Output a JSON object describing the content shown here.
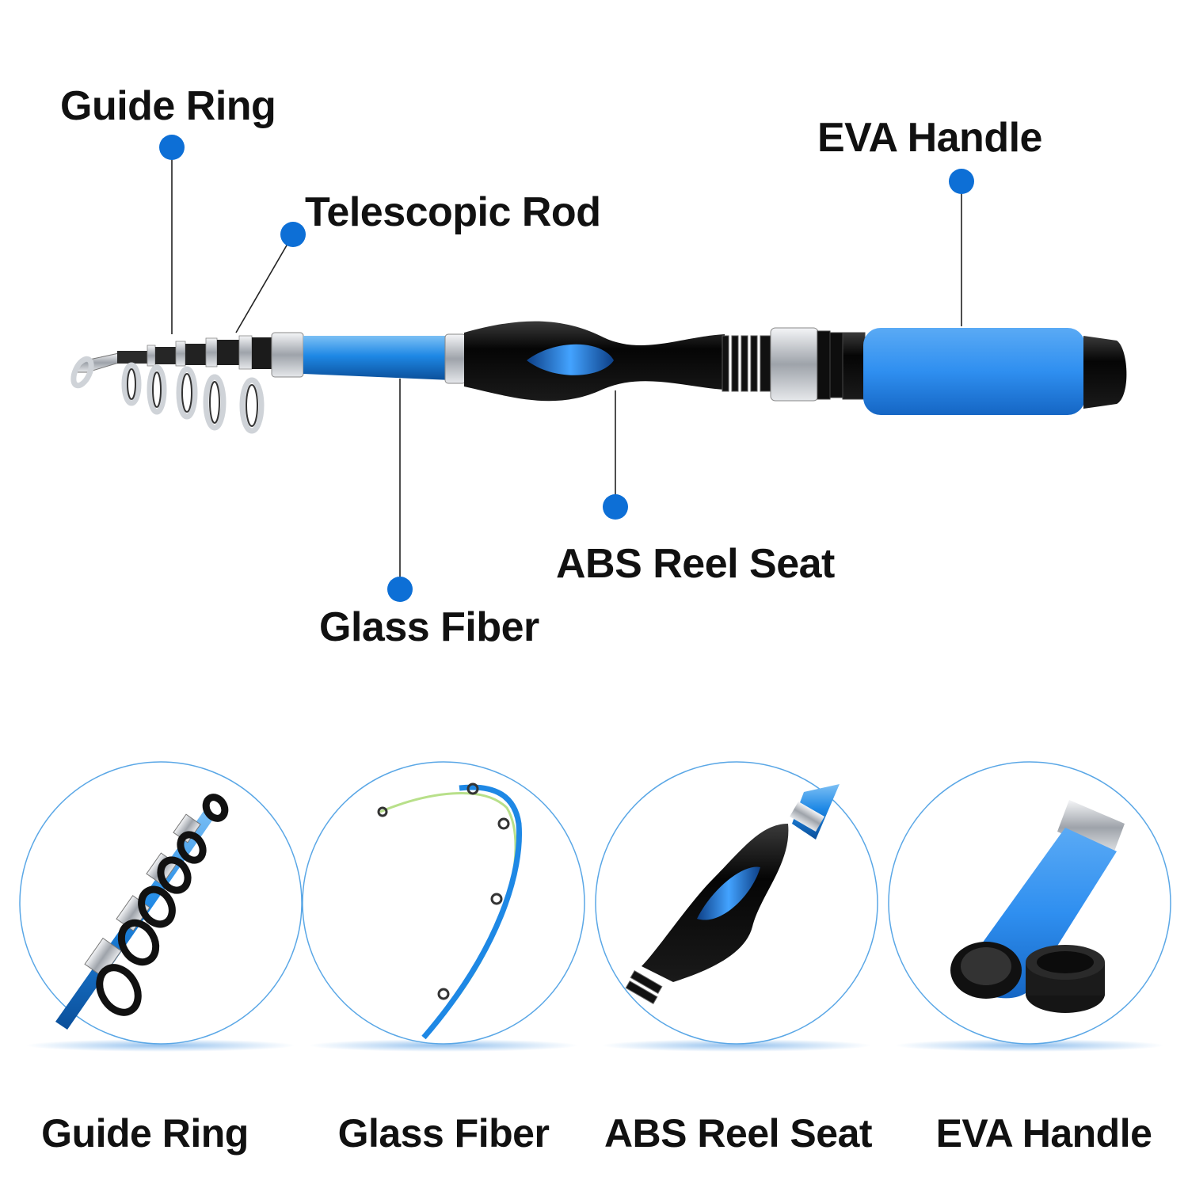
{
  "colors": {
    "accent_blue": "#1e88e5",
    "dot_blue": "#0d6fd6",
    "foam_blue": "#2f8ff0",
    "black": "#0b0b0b",
    "steel": "#c9ccd1",
    "circle_outline": "#5aa7e6"
  },
  "callouts": {
    "guide_ring": "Guide Ring",
    "telescopic_rod": "Telescopic Rod",
    "eva_handle": "EVA Handle",
    "glass_fiber": "Glass Fiber",
    "abs_reel_seat": "ABS Reel Seat"
  },
  "details": [
    {
      "caption": "Guide Ring",
      "icon": "guide-ring-closeup"
    },
    {
      "caption": "Glass Fiber",
      "icon": "glass-fiber-closeup"
    },
    {
      "caption": "ABS Reel Seat",
      "icon": "reel-seat-closeup"
    },
    {
      "caption": "EVA Handle",
      "icon": "eva-handle-closeup"
    }
  ]
}
